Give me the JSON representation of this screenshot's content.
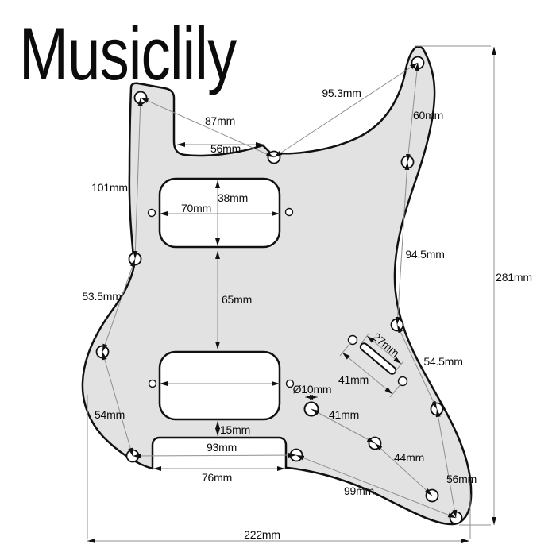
{
  "brand": "Musiclily",
  "labels": {
    "d87": "87mm",
    "d56_top": "56mm",
    "d95_3": "95.3mm",
    "d60": "60mm",
    "d101": "101mm",
    "d38": "38mm",
    "d70": "70mm",
    "d94_5": "94.5mm",
    "d281": "281mm",
    "d53_5": "53.5mm",
    "d65": "65mm",
    "d27": "27mm",
    "d41_switch": "41mm",
    "d54_5": "54.5mm",
    "d10_diameter": "Ø10mm",
    "d41_jack": "41mm",
    "d54": "54mm",
    "d44": "44mm",
    "d15": "15mm",
    "d93": "93mm",
    "d76": "76mm",
    "d99": "99mm",
    "d56_bottom": "56mm",
    "d222": "222mm"
  }
}
